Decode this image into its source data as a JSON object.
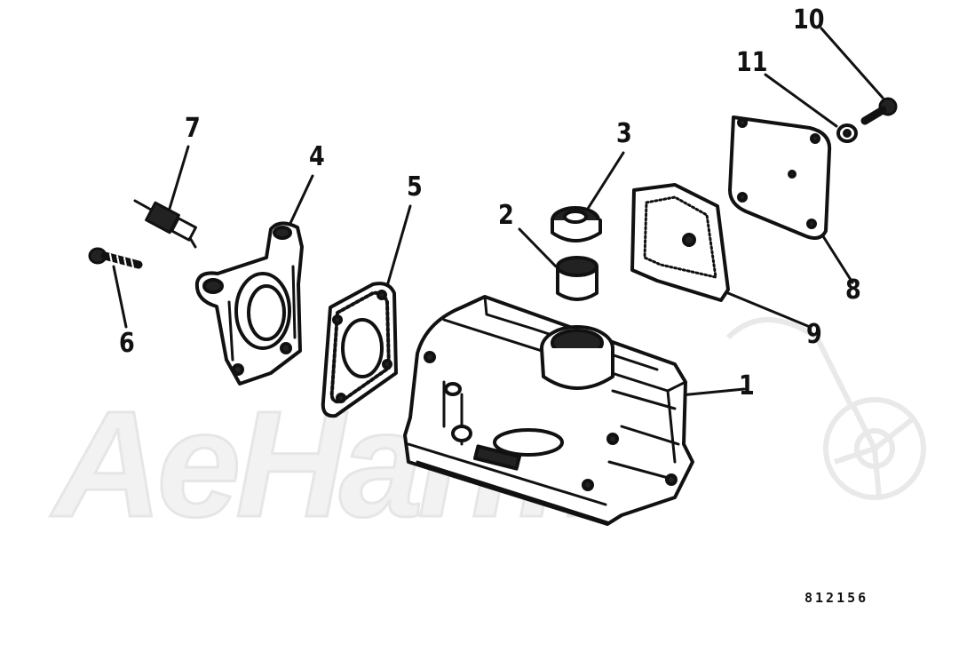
{
  "diagram": {
    "callouts": [
      {
        "id": "c1",
        "label": "1"
      },
      {
        "id": "c2",
        "label": "2"
      },
      {
        "id": "c3",
        "label": "3"
      },
      {
        "id": "c4",
        "label": "4"
      },
      {
        "id": "c5",
        "label": "5"
      },
      {
        "id": "c6",
        "label": "6"
      },
      {
        "id": "c7",
        "label": "7"
      },
      {
        "id": "c8",
        "label": "8"
      },
      {
        "id": "c9",
        "label": "9"
      },
      {
        "id": "c10",
        "label": "10"
      },
      {
        "id": "c11",
        "label": "11"
      }
    ],
    "drawing_number": "812156",
    "watermark_text": "AeHarm",
    "ink_color": "#111111",
    "watermark_color": "#e6e6e6"
  }
}
